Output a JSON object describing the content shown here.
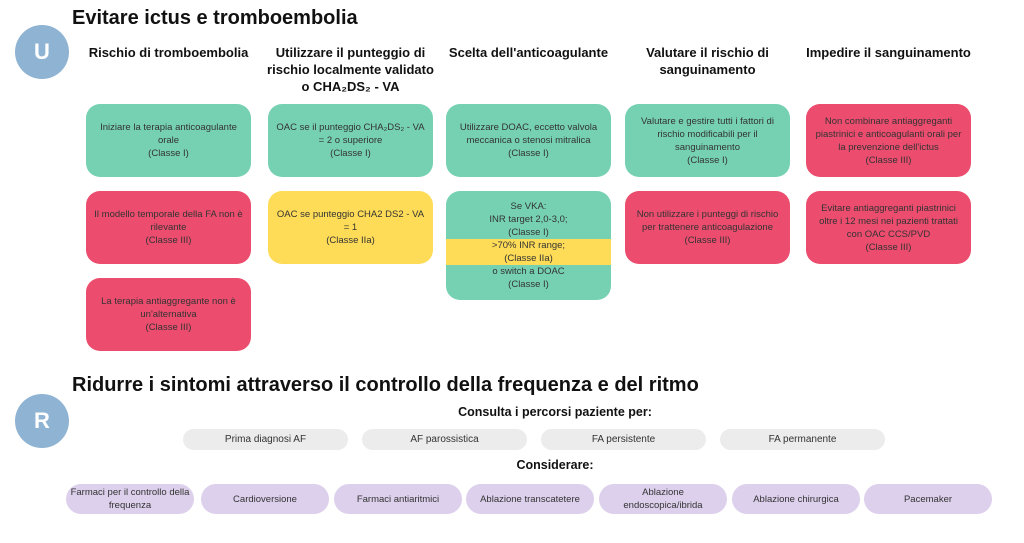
{
  "section1": {
    "badge": "U",
    "title": "Evitare ictus e tromboembolia",
    "columns": [
      {
        "header": "Rischio di tromboembolia",
        "boxes": [
          {
            "lines": [
              "Iniziare la terapia anticoagulante orale",
              "(Classe I)"
            ],
            "color": "#76d1b3"
          },
          {
            "lines": [
              "Il modello temporale della FA non è rilevante",
              "(Classe III)"
            ],
            "color": "#ec4d6e"
          },
          {
            "lines": [
              "La terapia antiaggregante non è un'alternativa",
              "(Classe III)"
            ],
            "color": "#ec4d6e"
          }
        ]
      },
      {
        "header": "Utilizzare il punteggio di rischio localmente validato o CHA₂DS₂ - VA",
        "boxes": [
          {
            "lines": [
              "OAC se il punteggio CHA₂DS₂ - VA = 2 o superiore",
              "(Classe I)"
            ],
            "color": "#76d1b3"
          },
          {
            "lines": [
              "OAC se punteggio CHA2 DS2 - VA = 1",
              "(Classe IIa)"
            ],
            "color": "#fedc57"
          }
        ]
      },
      {
        "header": "Scelta dell'anticoagulante",
        "boxes": [
          {
            "lines": [
              "Utilizzare DOAC, eccetto valvola meccanica o stenosi mitralica",
              "(Classe I)"
            ],
            "color": "#76d1b3"
          },
          {
            "lines": [
              "Se VKA:",
              "INR target 2,0-3,0;",
              "(Classe I)",
              ">70% INR range;",
              "(Classe IIa)",
              "o switch a DOAC",
              "(Classe I)"
            ],
            "color": "#76d1b3"
          }
        ]
      },
      {
        "header": "Valutare il rischio di sanguinamento",
        "boxes": [
          {
            "lines": [
              "Valutare e gestire tutti i fattori di rischio modificabili per il sanguinamento",
              "(Classe I)"
            ],
            "color": "#76d1b3"
          },
          {
            "lines": [
              "Non utilizzare i punteggi di rischio per trattenere anticoagulazione",
              "(Classe III)"
            ],
            "color": "#ec4d6e"
          }
        ]
      },
      {
        "header": "Impedire il sanguinamento",
        "boxes": [
          {
            "lines": [
              "Non combinare antiaggreganti piastrinici e anticoagulanti orali per la prevenzione dell'ictus",
              "(Classe III)"
            ],
            "color": "#ec4d6e"
          },
          {
            "lines": [
              "Evitare antiaggreganti piastrinici oltre i 12 mesi nei pazienti trattati con OAC CCS/PVD",
              "(Classe III)"
            ],
            "color": "#ec4d6e"
          }
        ]
      }
    ]
  },
  "section2": {
    "badge": "R",
    "title": "Ridurre i sintomi attraverso il controllo della frequenza e del ritmo",
    "consult_label": "Consulta i percorsi paziente per:",
    "pathways": [
      "Prima diagnosi AF",
      "AF parossistica",
      "FA persistente",
      "FA permanente"
    ],
    "consider_label": "Considerare:",
    "options": [
      "Farmaci per il controllo della frequenza",
      "Cardioversione",
      "Farmaci antiaritmici",
      "Ablazione transcatetere",
      "Ablazione endoscopica/ibrida",
      "Ablazione chirurgica",
      "Pacemaker"
    ]
  }
}
